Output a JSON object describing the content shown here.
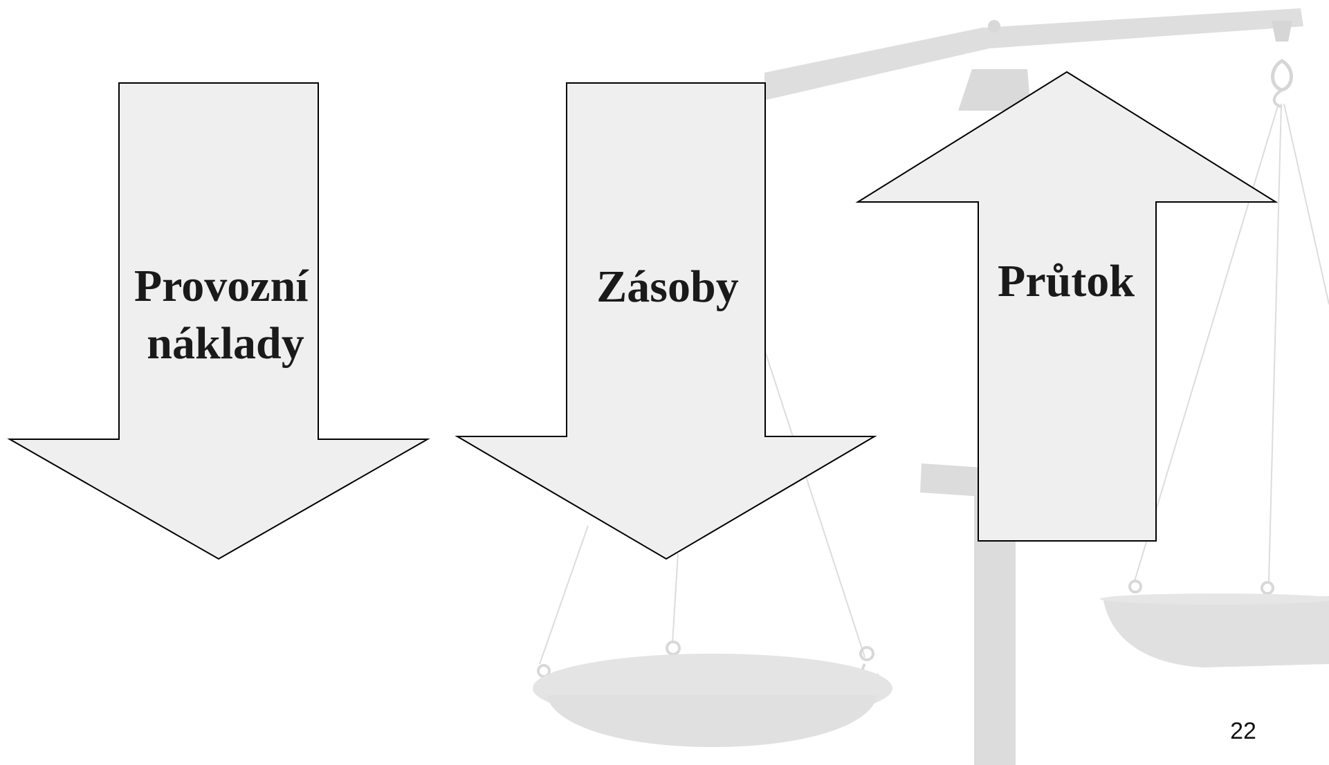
{
  "slide": {
    "page_number": "22"
  },
  "arrows": [
    {
      "direction": "down",
      "label_lines": [
        "Provozní",
        "náklady"
      ]
    },
    {
      "direction": "down",
      "label_lines": [
        "Zásoby"
      ]
    },
    {
      "direction": "up",
      "label_lines": [
        "Průtok"
      ]
    }
  ],
  "colors": {
    "arrow_fill": "#efefef",
    "arrow_stroke": "#000000",
    "scale_illustration": "#e0e0e0",
    "label_text": "#1a1a1a"
  },
  "background_illustration": {
    "icon": "balance-scale-icon"
  }
}
